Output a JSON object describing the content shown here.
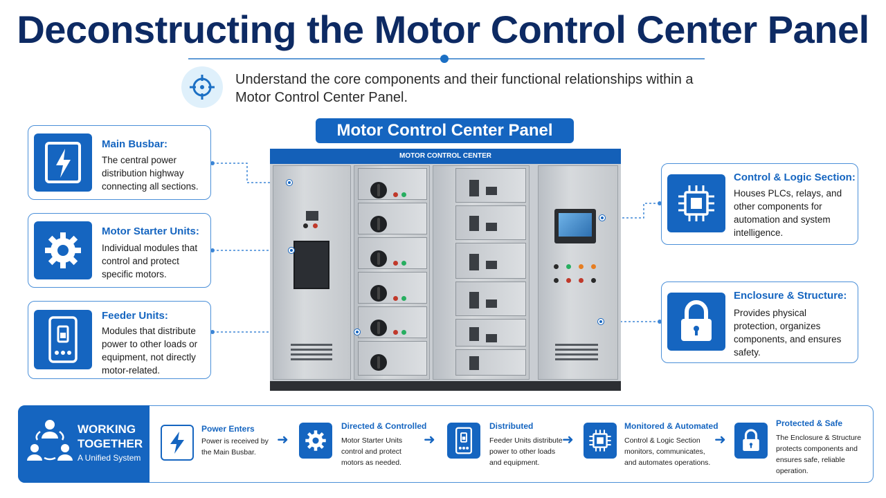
{
  "title": "Deconstructing the Motor Control Center Panel",
  "subtitle": "Understand the core components and their functional relationships within a Motor Control Center Panel.",
  "panel_title": "Motor Control Center Panel",
  "cabinet_label": "MOTOR CONTROL CENTER",
  "accent_color": "#1565c0",
  "heading_color": "#0d2a63",
  "left_cards": [
    {
      "title": "Main Busbar:",
      "body": "The central power distribution highway connecting all sections.",
      "icon": "lightning-icon"
    },
    {
      "title": "Motor Starter Units:",
      "body": "Individual modules that control and protect specific motors.",
      "icon": "gear-icon"
    },
    {
      "title": "Feeder Units:",
      "body": "Modules that distribute power to other loads or equipment, not directly motor-related.",
      "icon": "feeder-module-icon"
    }
  ],
  "right_cards": [
    {
      "title": "Control & Logic Section:",
      "body": "Houses PLCs, relays, and other components for automation and system intelligence.",
      "icon": "chip-icon"
    },
    {
      "title": "Enclosure & Structure:",
      "body": "Provides physical protection, organizes components, and ensures safety.",
      "icon": "lock-icon"
    }
  ],
  "working_together": {
    "title_line1": "WORKING",
    "title_line2": "TOGETHER",
    "subtitle": "A Unified System",
    "steps": [
      {
        "title": "Power Enters",
        "body": "Power is received by the Main Busbar.",
        "icon": "lightning-icon"
      },
      {
        "title": "Directed & Controlled",
        "body": "Motor Starter Units control and protect motors as needed.",
        "icon": "gear-icon"
      },
      {
        "title": "Distributed",
        "body": "Feeder Units distribute power to other loads and equipment.",
        "icon": "feeder-module-icon"
      },
      {
        "title": "Monitored & Automated",
        "body": "Control & Logic Section monitors, communicates, and automates operations.",
        "icon": "chip-icon"
      },
      {
        "title": "Protected & Safe",
        "body": "The Enclosure & Structure protects components and ensures safe, reliable operation.",
        "icon": "lock-icon"
      }
    ]
  }
}
